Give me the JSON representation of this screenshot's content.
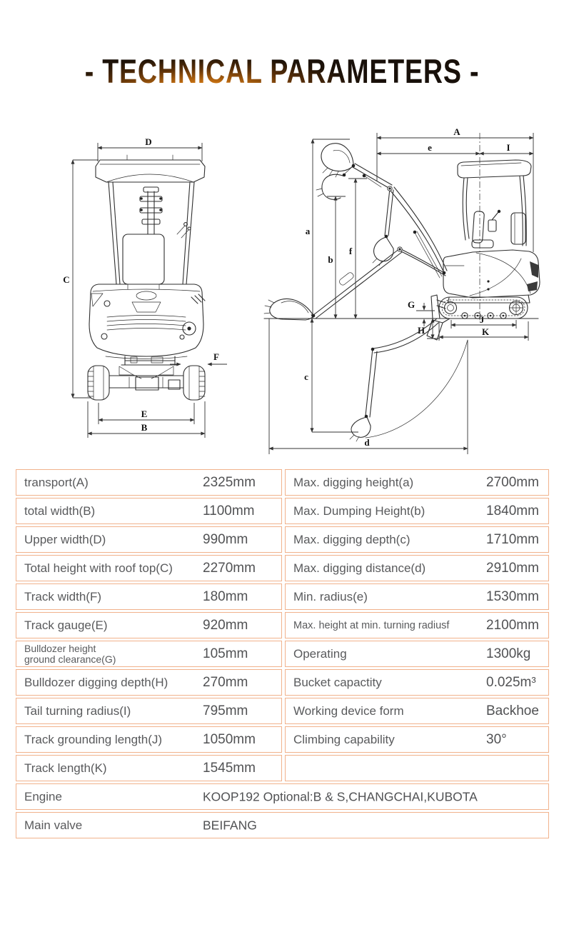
{
  "title": "- TECHNICAL PARAMETERS -",
  "specs": {
    "left": [
      {
        "label": "transport(A)",
        "value": "2325mm"
      },
      {
        "label": "total width(B)",
        "value": "1100mm"
      },
      {
        "label": "Upper width(D)",
        "value": "990mm"
      },
      {
        "label": "Total height with roof top(C)",
        "value": "2270mm"
      },
      {
        "label": "Track width(F)",
        "value": "180mm"
      },
      {
        "label": "Track gauge(E)",
        "value": "920mm"
      },
      {
        "label": "Bulldozer height",
        "label2": "ground clearance(G)",
        "value": "105mm"
      },
      {
        "label": "Bulldozer digging depth(H)",
        "value": "270mm"
      },
      {
        "label": "Tail turning radius(I)",
        "value": "795mm"
      },
      {
        "label": "Track grounding length(J)",
        "value": "1050mm"
      },
      {
        "label": "Track length(K)",
        "value": "1545mm"
      }
    ],
    "right": [
      {
        "label": "Max. digging height(a)",
        "value": "2700mm"
      },
      {
        "label": "Max. Dumping Height(b)",
        "value": "1840mm"
      },
      {
        "label": "Max. digging depth(c)",
        "value": "1710mm"
      },
      {
        "label": "Max. digging distance(d)",
        "value": "2910mm"
      },
      {
        "label": "Min. radius(e)",
        "value": "1530mm"
      },
      {
        "label": "Max. height at min. turning radiusf",
        "value": "2100mm"
      },
      {
        "label": "Operating",
        "value": "1300kg"
      },
      {
        "label": "Bucket capactity",
        "value": "0.025m³"
      },
      {
        "label": "Working device form",
        "value": "Backhoe"
      },
      {
        "label": "Climbing capability",
        "value": "30°"
      },
      {
        "label": "",
        "value": ""
      }
    ],
    "full": [
      {
        "label": "Engine",
        "value": "KOOP192 Optional:B & S,CHANGCHAI,KUBOTA"
      },
      {
        "label": "Main valve",
        "value": "BEIFANG"
      }
    ]
  },
  "diagrams": {
    "rear_labels": {
      "D": "D",
      "C": "C",
      "F": "F",
      "E": "E",
      "B": "B"
    },
    "side_labels": {
      "A": "A",
      "e": "e",
      "I": "I",
      "a": "a",
      "b": "b",
      "f": "f",
      "G": "G",
      "H": "H",
      "J": "J",
      "K": "K",
      "c": "c",
      "d": "d"
    }
  },
  "colors": {
    "border": "#f1b28c",
    "text": "#595a5c",
    "line": "#2e2e2e",
    "title_orange": "#f79d12",
    "title_dark": "#1d1208"
  }
}
